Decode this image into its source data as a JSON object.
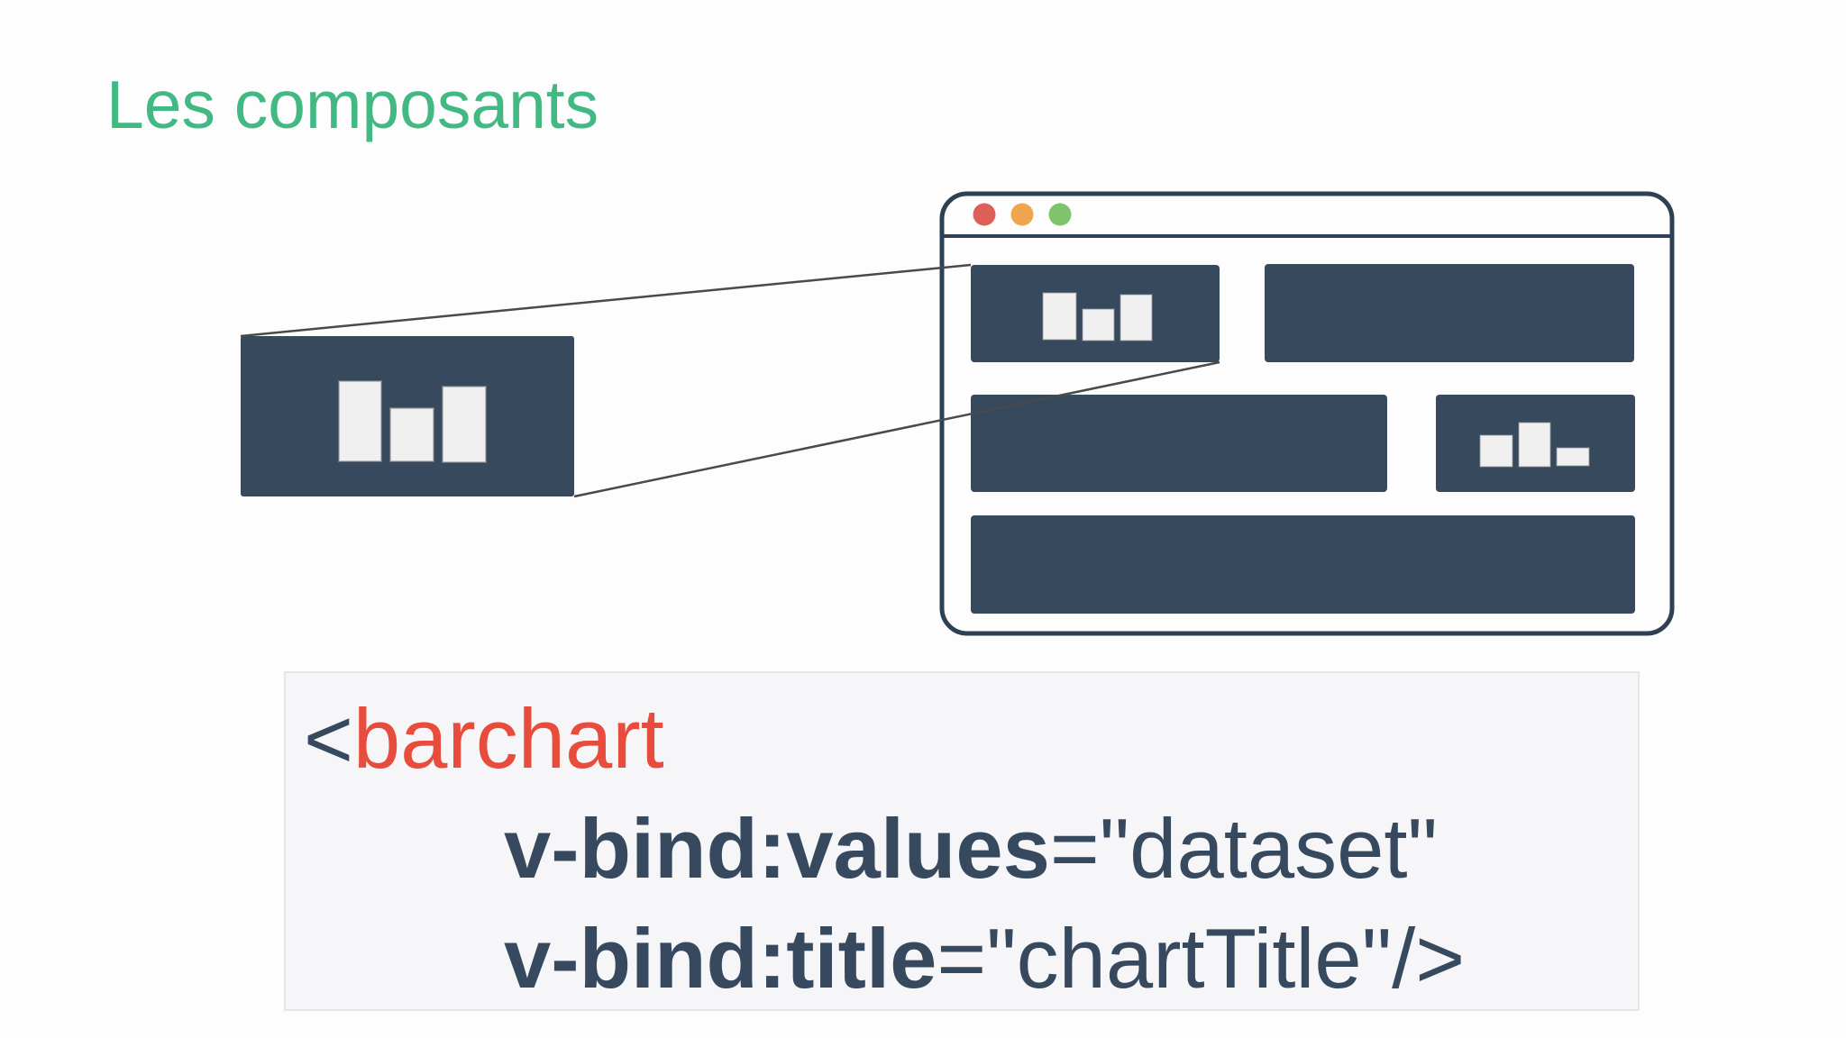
{
  "slide": {
    "title": "Les composants"
  },
  "diagram": {
    "component_card": "barchart-component",
    "browser_window": {
      "traffic_lights": [
        {
          "name": "close",
          "color": "#dc5f58"
        },
        {
          "name": "minimize",
          "color": "#f0a44e"
        },
        {
          "name": "zoom",
          "color": "#7fc36b"
        }
      ],
      "placeholder_blocks": 5,
      "barchart_blocks": 2
    }
  },
  "code": {
    "line1": {
      "bracket": "<",
      "tag": "barchart"
    },
    "line2": {
      "attr": "v-bind:values",
      "rest": "=\"dataset\""
    },
    "line3": {
      "attr": "v-bind:title",
      "rest": "=\"chartTitle\"/>"
    }
  },
  "colors": {
    "title_green": "#42b983",
    "component_navy": "#36495d",
    "frame_border": "#2e4154",
    "frame_fill": "#fdfdfe",
    "bar_fill": "#f0f0f1",
    "connector_gray": "#4a4a4a",
    "tag_red": "#e74c3c",
    "code_text_navy": "#36495e",
    "code_bg": "#f6f6f8"
  }
}
